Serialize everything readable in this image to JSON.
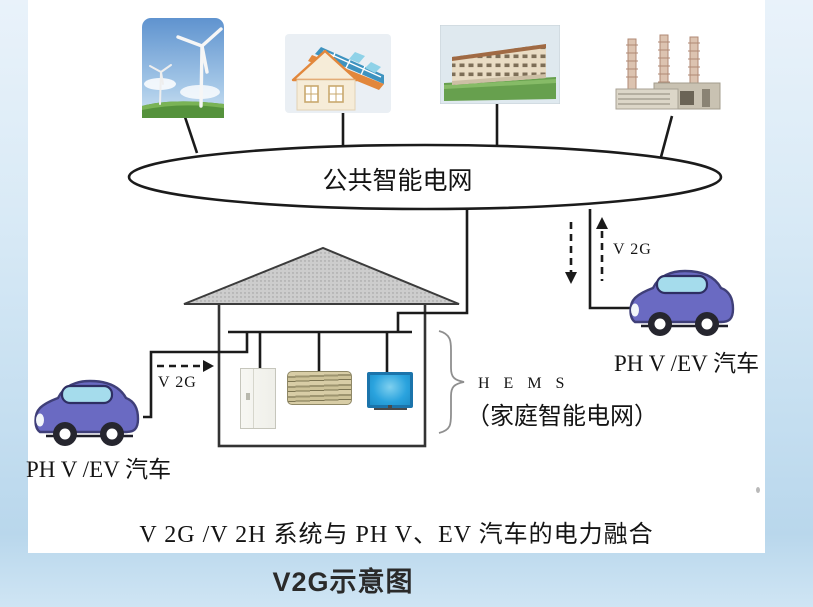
{
  "diagram": {
    "grid": {
      "label": "公共智能电网"
    },
    "flows": {
      "left_v2g": "V 2G",
      "right_v2g": "V 2G"
    },
    "vehicles": {
      "left_label": "PH V /EV 汽车",
      "right_label": "PH V /EV 汽车"
    },
    "hems": {
      "acronym": "H E M S",
      "full_name": "（家庭智能电网）"
    },
    "sources": [
      "wind-turbines",
      "solar-house",
      "office-building",
      "power-plant"
    ],
    "appliances": [
      "refrigerator",
      "air-conditioner",
      "television"
    ]
  },
  "captions": {
    "main": "V 2G /V 2H  系统与 PH V、EV 汽车的电力融合",
    "sub": "V2G示意图"
  },
  "colors": {
    "background": "#cfe4f3",
    "panel": "#ffffff",
    "line": "#1b1b1b",
    "car_body": "#6a6ac2",
    "car_window": "#a5dcec",
    "tv_screen": "#2aa3de",
    "roof": "#cdcdcd",
    "bottom_strip": "#c2dff1"
  }
}
